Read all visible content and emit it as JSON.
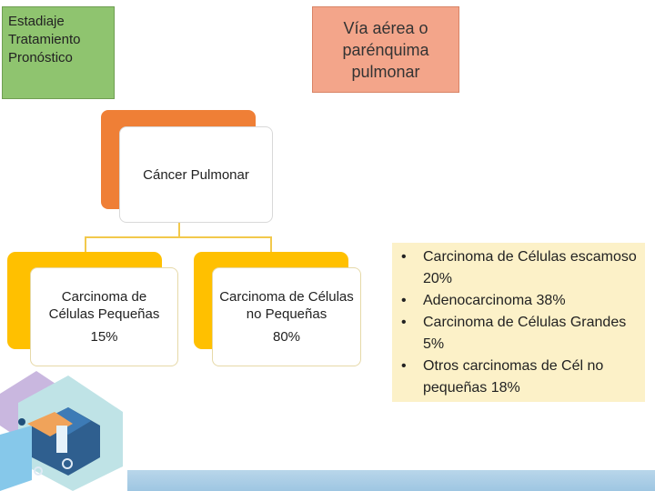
{
  "notes": {
    "left_lines": [
      "Estadiaje",
      "Tratamiento",
      "Pronóstico"
    ],
    "right_text": "Vía aérea o parénquima pulmonar"
  },
  "chart": {
    "root": "Cáncer Pulmonar",
    "children": [
      {
        "label": "Carcinoma de Células Pequeñas",
        "percent": "15%"
      },
      {
        "label": "Carcinoma de Células no Pequeñas",
        "percent": "80%"
      }
    ]
  },
  "subtypes": {
    "bullet": "•",
    "items": [
      "Carcinoma de Células escamoso 20%",
      "Adenocarcinoma 38%",
      "Carcinoma de Células Grandes 5%",
      "Otros carcinomas de Cél no pequeñas 18%"
    ]
  },
  "colors": {
    "green_note": "#8fc46f",
    "salmon_note": "#f3a58a",
    "root_accent": "#ef7f36",
    "child_accent": "#ffc000",
    "list_bg": "#fcf1c8",
    "connector": "#f2c94c"
  },
  "icons": [
    "logo-emblem-icon"
  ]
}
